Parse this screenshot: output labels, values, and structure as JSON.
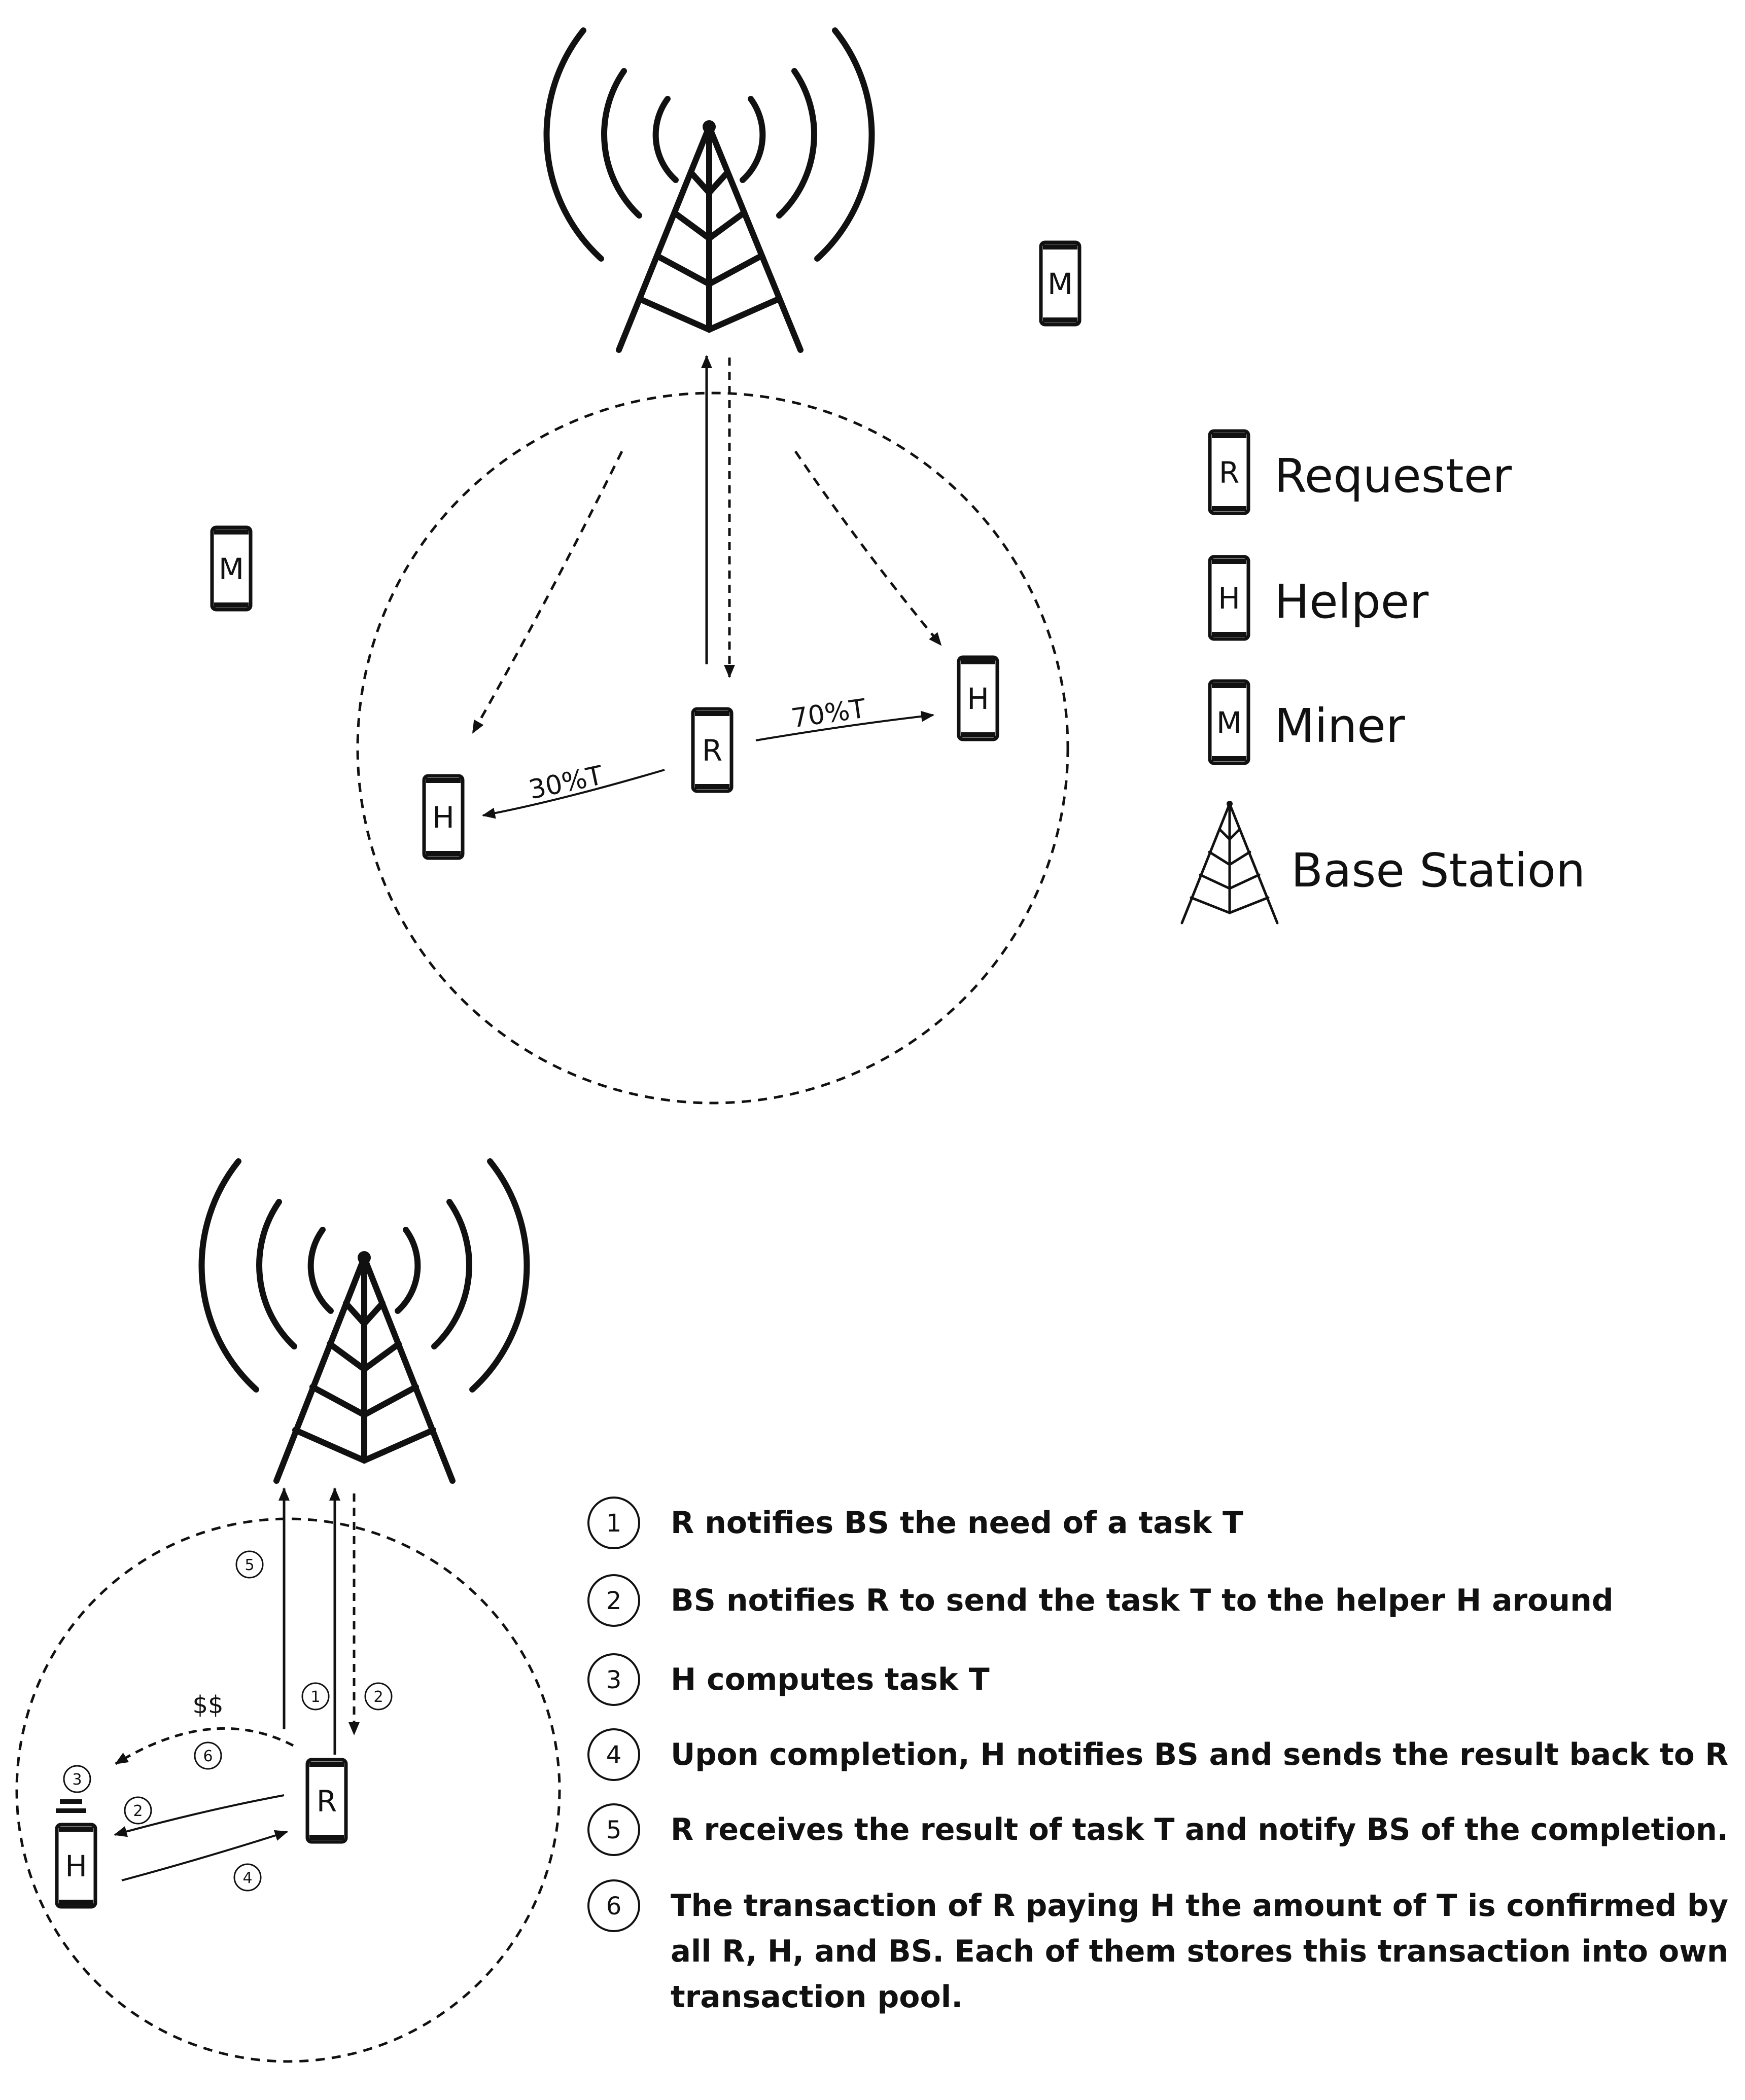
{
  "top": {
    "labels": {
      "requester": "R",
      "helper_left": "H",
      "helper_right": "H",
      "miner_left": "M",
      "miner_right": "M",
      "split_left": "30%T",
      "split_right": "70%T"
    }
  },
  "legend": {
    "items": [
      {
        "glyph": "R",
        "label": "Requester"
      },
      {
        "glyph": "H",
        "label": "Helper"
      },
      {
        "glyph": "M",
        "label": "Miner"
      },
      {
        "glyph": "",
        "label": "Base Station"
      }
    ]
  },
  "bottom": {
    "labels": {
      "requester": "R",
      "helper": "H",
      "money": "$$"
    },
    "badges": {
      "b1": "1",
      "b2_up": "2",
      "b2_side": "2",
      "b3": "3",
      "b4": "4",
      "b5": "5",
      "b6": "6"
    },
    "steps": [
      {
        "num": "1",
        "text": "R notifies BS the need of a task T"
      },
      {
        "num": "2",
        "text": "BS notifies R to send the task T to the helper H around"
      },
      {
        "num": "3",
        "text": "H computes task T"
      },
      {
        "num": "4",
        "text": "Upon completion, H notifies BS and sends the result back to R"
      },
      {
        "num": "5",
        "text": "R receives the result of task T and notify BS of the completion."
      },
      {
        "num": "6",
        "lines": [
          "The transaction of R paying H the amount of T is confirmed by",
          "all R, H, and BS. Each of them stores this transaction into own",
          "transaction pool."
        ]
      }
    ]
  }
}
